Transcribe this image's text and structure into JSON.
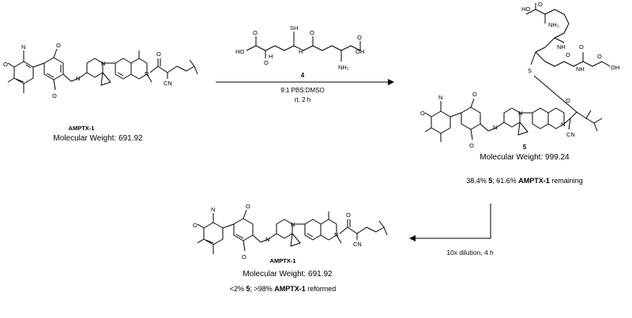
{
  "compound_top_left": {
    "name": "AMPTX-1",
    "mw_label": "Molecular Weight: 691.92"
  },
  "reagent": {
    "number": "4",
    "conditions_line1": "9:1 PBS:DMSO",
    "conditions_line2": "rt, 2 h"
  },
  "product": {
    "number": "5",
    "mw_label": "Molecular Weight: 999.24",
    "yield_pre": "38.4% ",
    "yield_bold1": "5",
    "yield_mid": "; 61.6% ",
    "yield_bold2": "AMPTX-1",
    "yield_post": " remaining"
  },
  "dilution_step": {
    "label": "10x dilution, 4 h"
  },
  "compound_bottom": {
    "name": "AMPTX-1",
    "mw_label": "Molecular Weight: 691.92",
    "result_pre": "<2% ",
    "result_bold1": "5",
    "result_mid": "; >98% ",
    "result_bold2": "AMPTX-1",
    "result_post": " reformed"
  },
  "atom_labels": {
    "oxygen": "O",
    "nitrogen": "N",
    "methoxy": "O",
    "cyano": "CN",
    "sulfur": "S",
    "thiol": "SH",
    "hydroxyl": "HO",
    "carboxyl": "OH",
    "amide_nh": "NH",
    "amide_hn": "H",
    "amine": "NH₂"
  }
}
